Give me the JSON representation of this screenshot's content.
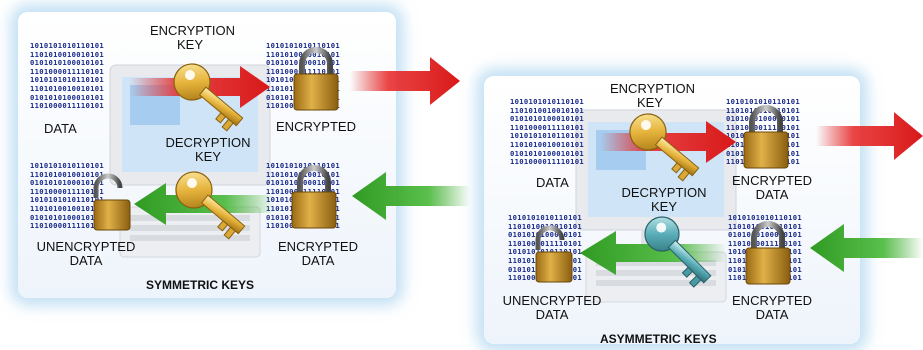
{
  "binary_lines": [
    "1010101010110101",
    "1101010010010101",
    "0101010100010101",
    "1101000011110101",
    "1010101010110101",
    "1101010010010101",
    "0101010100010101",
    "1101000011110101"
  ],
  "symmetric": {
    "title": "SYMMETRIC KEYS",
    "encryption_key_label_1": "ENCRYPTION",
    "encryption_key_label_2": "KEY",
    "data_label": "DATA",
    "encrypted_label_1_a": "ENCRYPTED",
    "decryption_key_label_1": "DECRYPTION",
    "decryption_key_label_2": "KEY",
    "unencrypted_label_1": "UNENCRYPTED",
    "unencrypted_label_2": "DATA",
    "encrypted_label_2_a": "ENCRYPTED",
    "encrypted_label_2_b": "DATA"
  },
  "asymmetric": {
    "title": "ASYMMETRIC KEYS",
    "encryption_key_label_1": "ENCRYPTION",
    "encryption_key_label_2": "KEY",
    "data_label": "DATA",
    "encrypted_label_1_a": "ENCRYPTED",
    "encrypted_label_1_b": "DATA",
    "decryption_key_label_1": "DECRYPTION",
    "decryption_key_label_2": "KEY",
    "unencrypted_label_1": "UNENCRYPTED",
    "unencrypted_label_2": "DATA",
    "encrypted_label_2_a": "ENCRYPTED",
    "encrypted_label_2_b": "DATA"
  },
  "colors": {
    "red_arrow": "#e02020",
    "green_arrow": "#3aa82a",
    "gold_key": "#e6b43c",
    "teal_key": "#5aaeb8",
    "padlock_body": "#c8962a",
    "binary_text": "#1a2a8a"
  }
}
